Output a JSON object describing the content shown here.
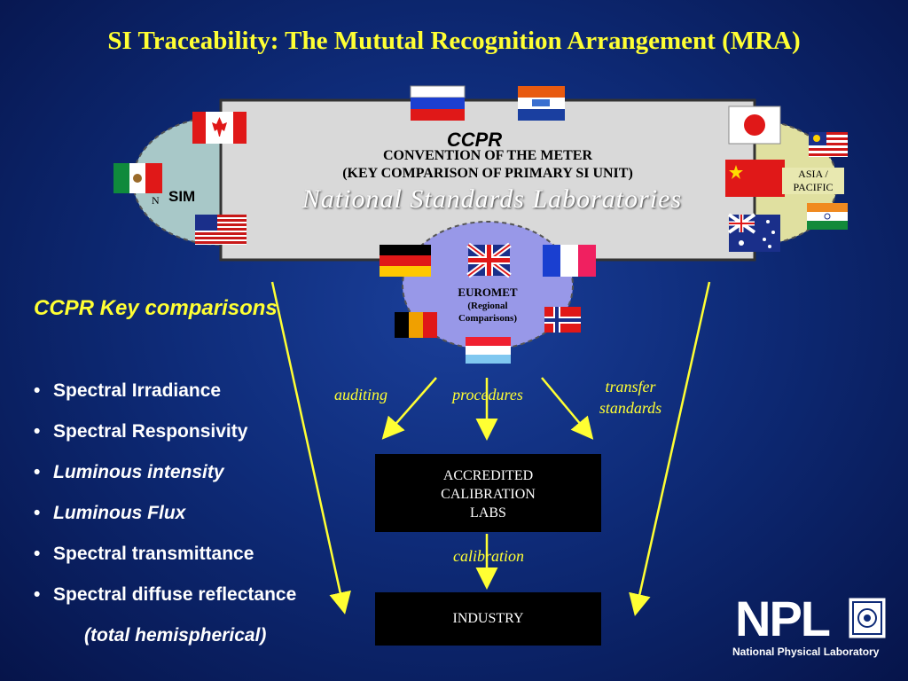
{
  "title": "SI Traceability: The Mututal Recognition Arrangement (MRA)",
  "ccpr": {
    "label": "CCPR",
    "convention_line1": "CONVENTION OF THE METER",
    "convention_line2": "(KEY COMPARISON OF PRIMARY SI UNIT)",
    "nsl": "National Standards Laboratories"
  },
  "regions": {
    "sim": "SIM",
    "sim_partial": "N",
    "asia_line1": "ASIA /",
    "asia_line2": "PACIFIC",
    "euromet": "EUROMET",
    "euromet_sub1": "(Regional",
    "euromet_sub2": "Comparisons)"
  },
  "flow": {
    "auditing": "auditing",
    "procedures": "procedures",
    "transfer1": "transfer",
    "transfer2": "standards",
    "calibration": "calibration",
    "labs1": "ACCREDITED",
    "labs2": "CALIBRATION",
    "labs3": "LABS",
    "industry": "INDUSTRY"
  },
  "key_comparisons": {
    "heading": "CCPR Key comparisons",
    "bullet": "•",
    "items": [
      "Spectral Irradiance",
      "Spectral Responsivity",
      "Luminous intensity",
      "Luminous Flux",
      "Spectral transmittance",
      "Spectral diffuse reflectance"
    ],
    "note": "(total hemispherical)"
  },
  "logo": {
    "name": "NPL",
    "sub": "National Physical Laboratory"
  },
  "colors": {
    "accent_yellow": "#ffff33",
    "background": "#0e2b78",
    "ccpr_box": "#d9d9d9",
    "sim_ellipse": "#a8c8c8",
    "asia_ellipse": "#e0e0a0",
    "euromet_ellipse": "#9898e8"
  }
}
